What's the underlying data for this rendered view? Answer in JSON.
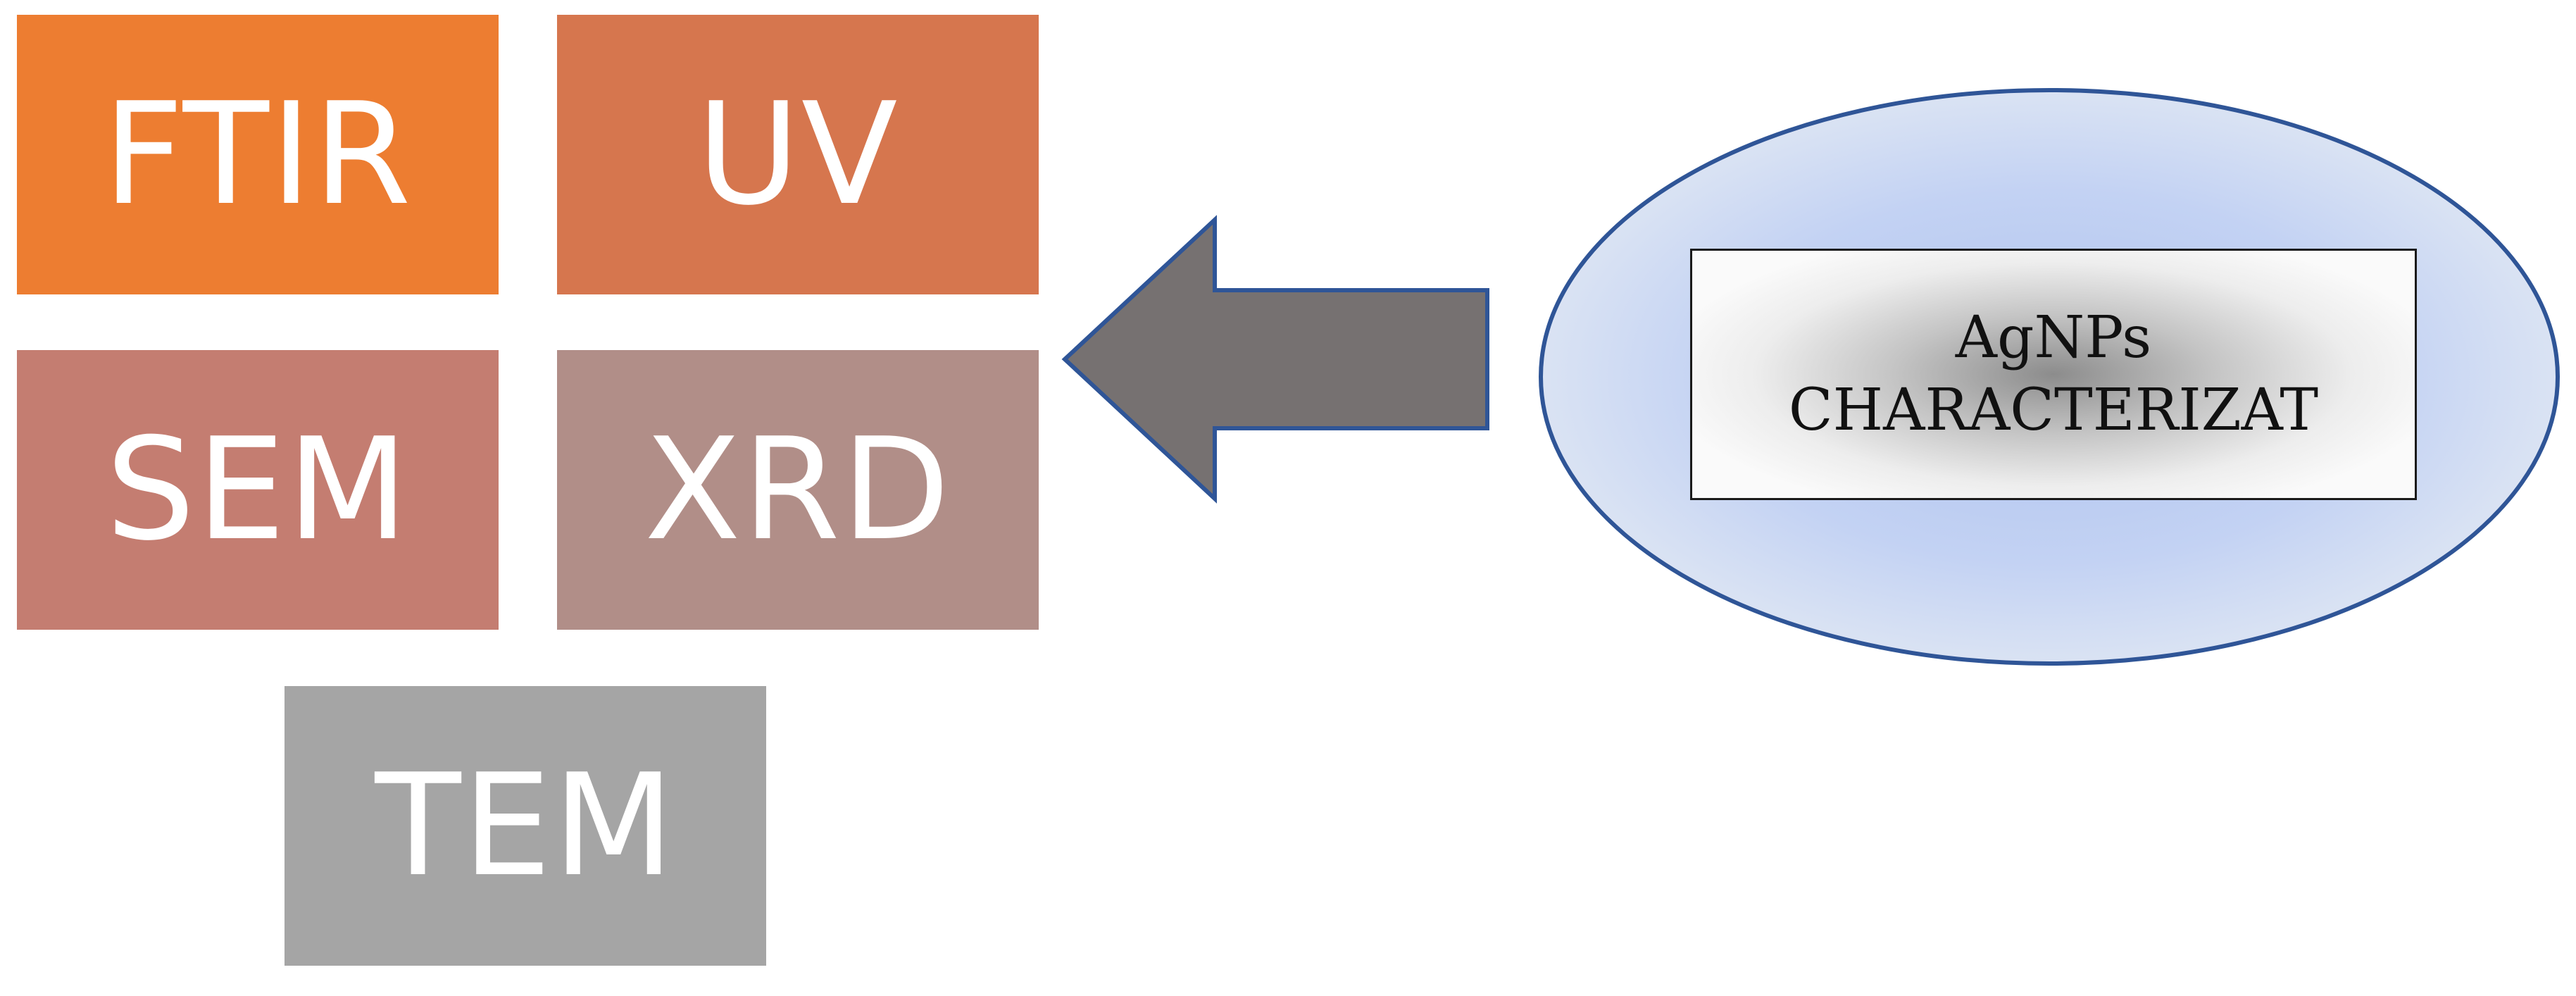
{
  "tiles": [
    {
      "label": "FTIR",
      "color": "#ED7D31"
    },
    {
      "label": "UV",
      "color": "#D6764E"
    },
    {
      "label": "SEM",
      "color": "#C47D71"
    },
    {
      "label": "XRD",
      "color": "#B18E88"
    },
    {
      "label": "TEM",
      "color": "#A5A5A5"
    }
  ],
  "arrow": {
    "fill": "#767171",
    "stroke": "#2F5597",
    "direction": "left"
  },
  "ellipse": {
    "center_color": "#AFC3F0",
    "edge_color": "#DAE3F3",
    "stroke": "#2F5597"
  },
  "label_box": {
    "line1": "AgNPs",
    "line2": "CHARACTERIZAT"
  }
}
